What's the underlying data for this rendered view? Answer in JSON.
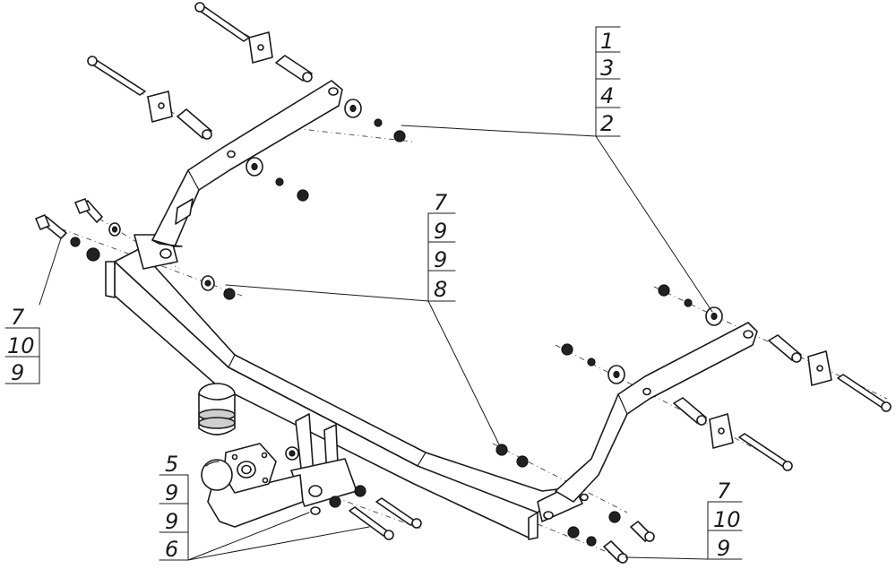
{
  "callouts": [
    {
      "id": "callout-top-right",
      "labels": [
        "1",
        "3",
        "4",
        "2"
      ]
    },
    {
      "id": "callout-center",
      "labels": [
        "7",
        "9",
        "9",
        "8"
      ]
    },
    {
      "id": "callout-left",
      "labels": [
        "7",
        "10",
        "9"
      ]
    },
    {
      "id": "callout-bottom-left",
      "labels": [
        "5",
        "9",
        "9",
        "6"
      ]
    },
    {
      "id": "callout-bottom-right",
      "labels": [
        "7",
        "10",
        "9"
      ]
    }
  ],
  "colors": {
    "line": "#1a1a1a",
    "background": "#ffffff",
    "shade": "#cfcfcf"
  }
}
